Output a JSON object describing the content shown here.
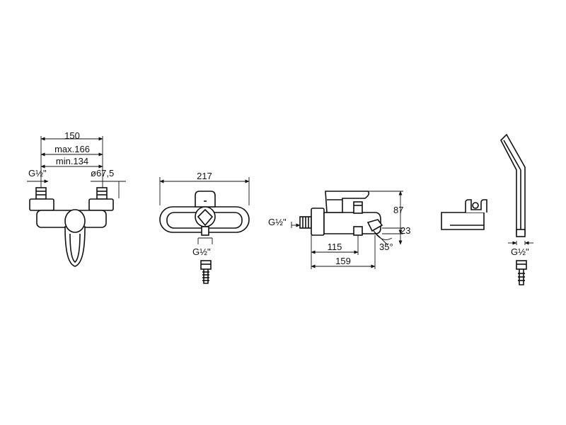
{
  "dimensions": {
    "mixer_front": {
      "width": "150",
      "max_centers": "max.166",
      "min_centers": "min.134",
      "thread": "G½\"",
      "diameter": "ø67,5"
    },
    "mixer_top": {
      "width": "217",
      "thread": "G½\""
    },
    "mixer_side": {
      "thread": "G½\"",
      "height": "87",
      "spout_height": "23",
      "spout_angle": "35°",
      "depth_spout": "115",
      "depth_total": "159"
    },
    "hand_shower": {
      "thread": "G½\""
    }
  }
}
